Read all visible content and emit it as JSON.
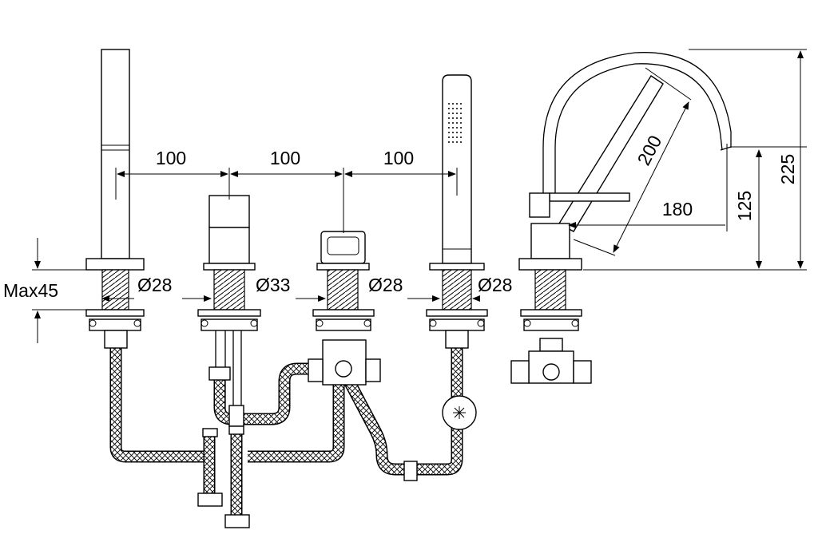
{
  "labels": {
    "dim_spacing_1": "100",
    "dim_spacing_2": "100",
    "dim_spacing_3": "100",
    "dia_hand_shower_left": "Ø28",
    "dia_mixer": "Ø33",
    "dia_diverter": "Ø28",
    "dia_hand_shower_right": "Ø28",
    "max_deck": "Max45",
    "spout_length": "200",
    "spout_reach": "180",
    "spout_height": "125",
    "total_height": "225"
  }
}
